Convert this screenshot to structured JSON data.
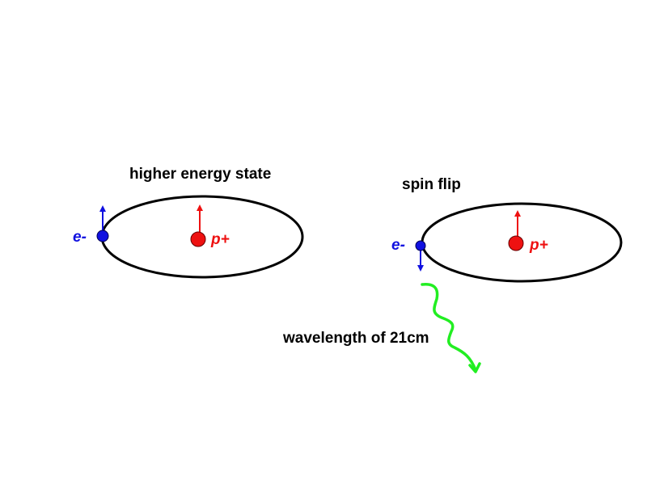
{
  "colors": {
    "electron": "#1010e0",
    "proton": "#ee1111",
    "orbit": "#000000",
    "photon": "#22ee22"
  },
  "panels": [
    {
      "title": "higher energy state",
      "electron_label": "e-",
      "proton_label": "p+",
      "electron_spin": "up",
      "proton_spin": "up"
    },
    {
      "title": "spin flip",
      "electron_label": "e-",
      "proton_label": "p+",
      "electron_spin": "down",
      "proton_spin": "up"
    }
  ],
  "photon": {
    "label": "wavelength of 21cm"
  }
}
